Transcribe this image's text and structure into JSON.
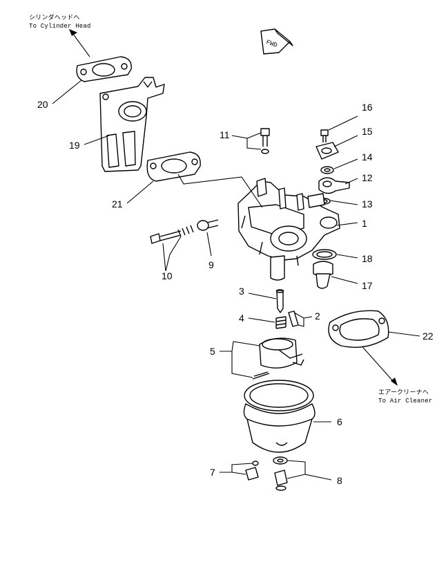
{
  "notes": {
    "cylinder_head_jp": "シリンダヘッドへ",
    "cylinder_head_en": "To Cylinder Head",
    "air_cleaner_jp": "エアークリーナへ",
    "air_cleaner_en": "To Air Cleaner",
    "fwd": "FWD"
  },
  "callouts": {
    "c1": "1",
    "c2": "2",
    "c3": "3",
    "c4": "4",
    "c5": "5",
    "c6": "6",
    "c7": "7",
    "c8": "8",
    "c9": "9",
    "c10": "10",
    "c11": "11",
    "c12": "12",
    "c13": "13",
    "c14": "14",
    "c15": "15",
    "c16": "16",
    "c17": "17",
    "c18": "18",
    "c19": "19",
    "c20": "20",
    "c21": "21",
    "c22": "22"
  }
}
